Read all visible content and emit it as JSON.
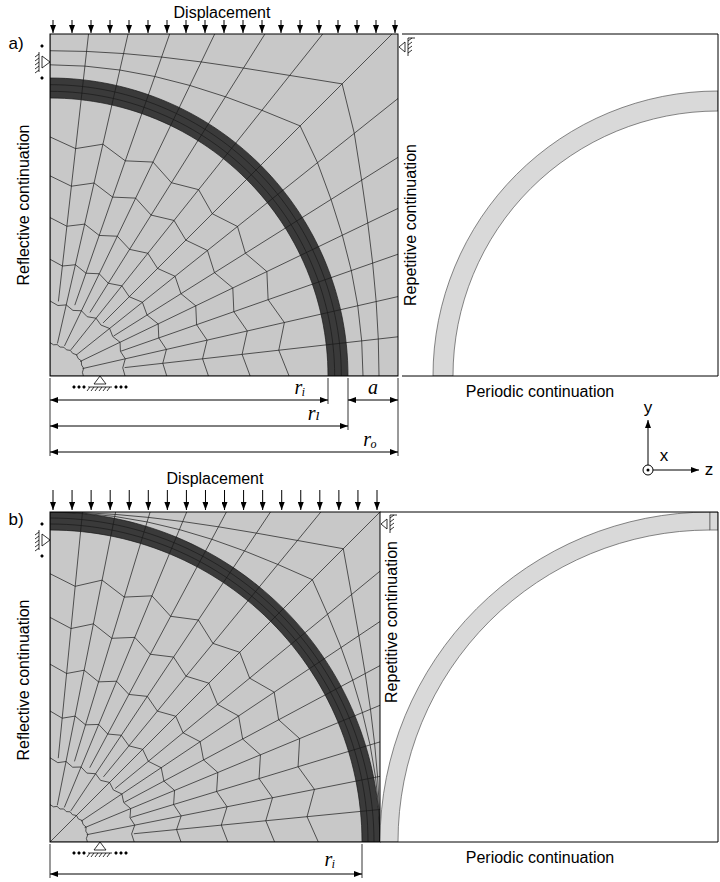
{
  "diagram": {
    "labels": [
      "Displacement",
      "a)",
      "Reflective continuation",
      "Repetitive continuation",
      "Periodic continuation",
      "rᵢ",
      "a",
      "rₗ",
      "rₒ",
      "y",
      "x",
      "z",
      "b)",
      "Displacement",
      "Reflective continuation",
      "Repetitive continuation",
      "Periodic continuation",
      "rᵢ"
    ]
  }
}
